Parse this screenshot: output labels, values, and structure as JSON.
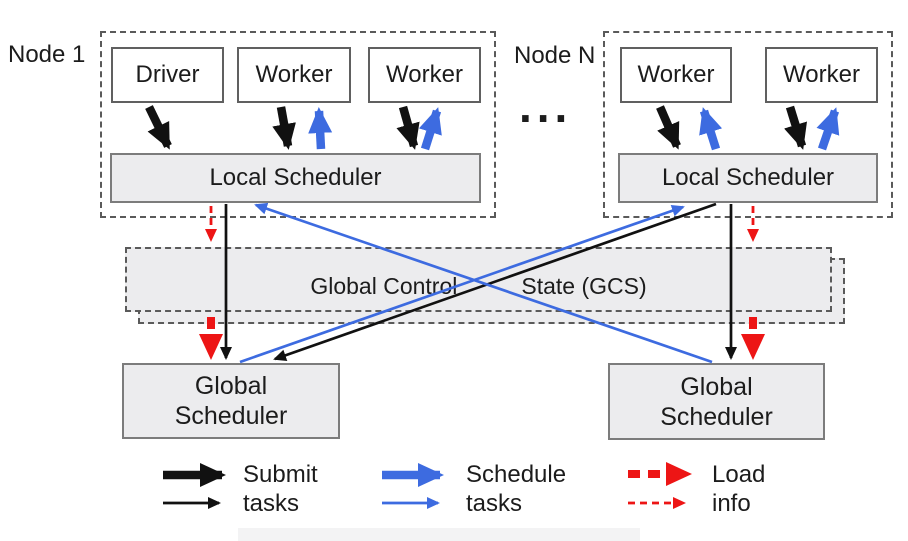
{
  "nodes": {
    "node1": {
      "label": "Node 1",
      "processes": [
        "Driver",
        "Worker",
        "Worker"
      ],
      "scheduler": "Local Scheduler"
    },
    "nodeN": {
      "label": "Node N",
      "processes": [
        "Worker",
        "Worker"
      ],
      "scheduler": "Local Scheduler"
    },
    "ellipsis": "..."
  },
  "gcs": {
    "label_left": "Global Control",
    "label_right": "State (GCS)"
  },
  "global_schedulers": {
    "left": "Global\nScheduler",
    "right": "Global\nScheduler"
  },
  "legend": {
    "items": [
      {
        "line1": "Submit",
        "line2": "tasks",
        "color": "#111111",
        "style": "solid"
      },
      {
        "line1": "Schedule",
        "line2": "tasks",
        "color": "#3d6be0",
        "style": "solid"
      },
      {
        "line1": "Load",
        "line2": "info",
        "color": "#ed1515",
        "style": "dashed"
      }
    ]
  },
  "colors": {
    "arrow_black": "#111111",
    "arrow_blue": "#3d6be0",
    "arrow_red": "#ed1515",
    "box_fill": "#ececee",
    "box_border": "#7c7c7c",
    "white_box_fill": "#ffffff",
    "white_box_border": "#606060",
    "frame_border": "#5a5a5a",
    "text": "#1c1c1c",
    "background": "#ffffff"
  }
}
